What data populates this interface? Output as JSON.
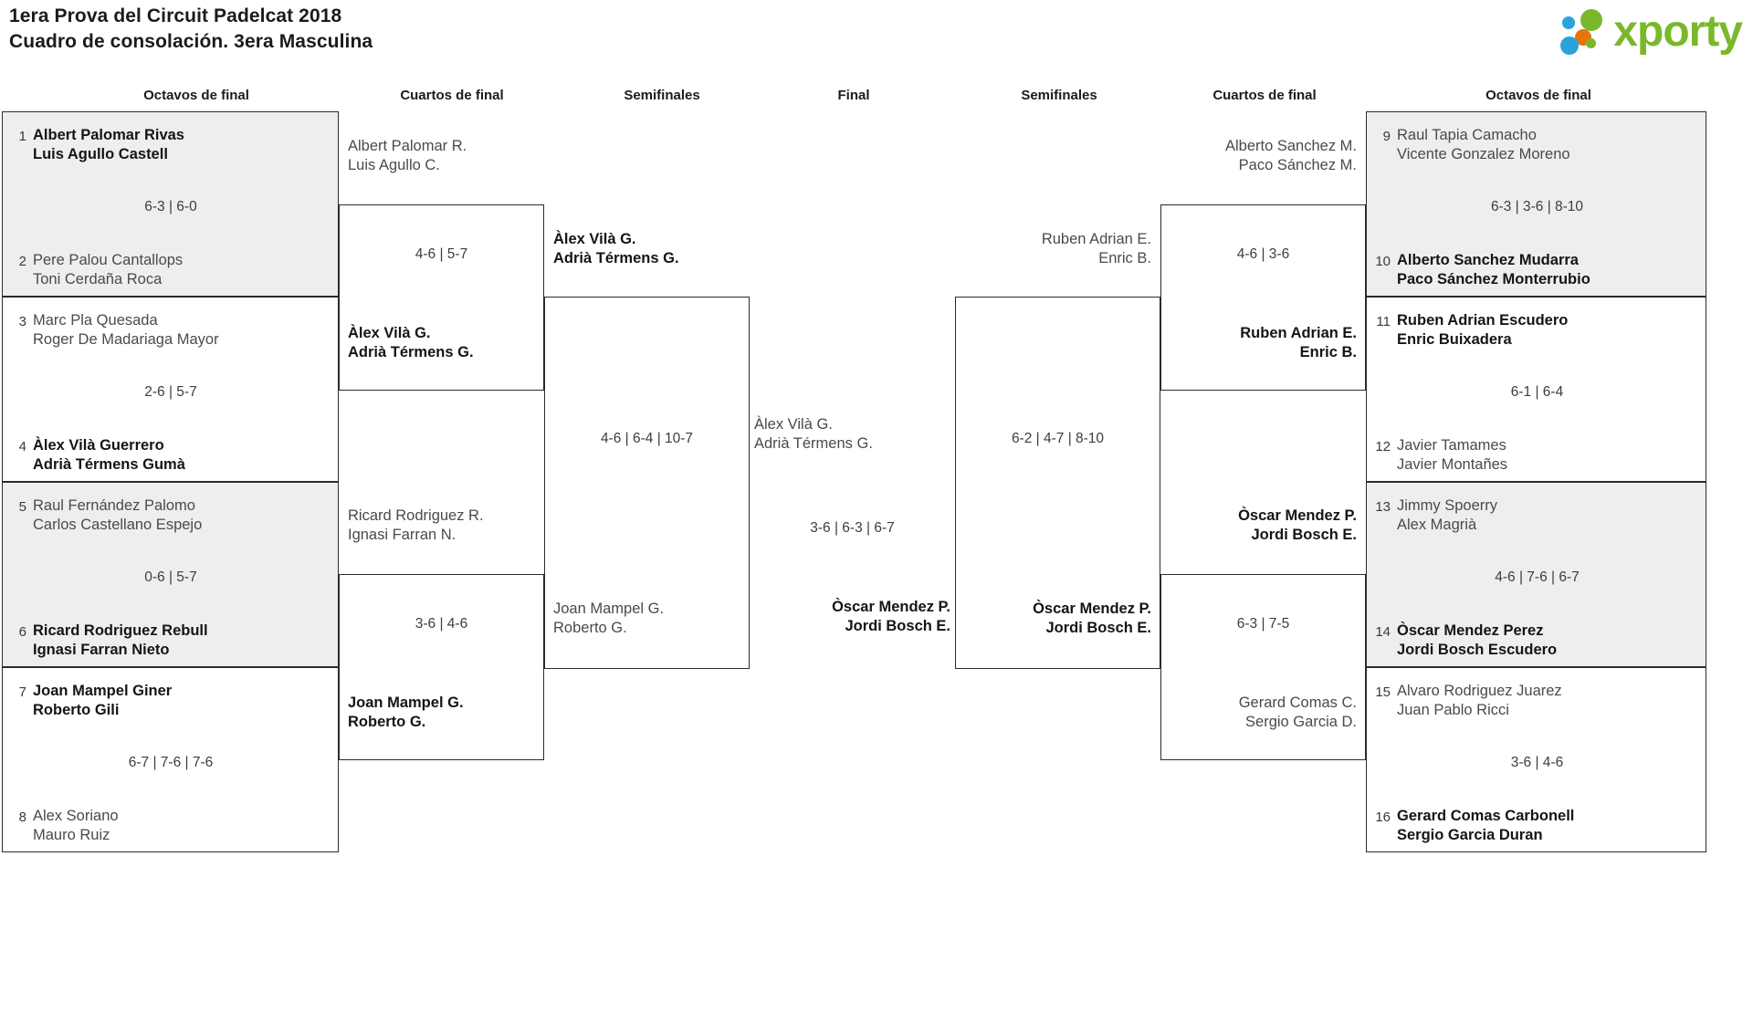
{
  "header": {
    "title_line1": "1era Prova del Circuit Padelcat 2018",
    "title_line2": "Cuadro de consolación. 3era Masculina",
    "brand": "xporty",
    "brand_color": "#7ab82b"
  },
  "round_titles": {
    "left_r16": "Octavos de final",
    "left_qf": "Cuartos de final",
    "left_sf": "Semifinales",
    "final": "Final",
    "right_sf": "Semifinales",
    "right_qf": "Cuartos de final",
    "right_r16": "Octavos de final"
  },
  "bracket": {
    "left_r16": [
      {
        "seed_top": "1",
        "top_l1": "Albert Palomar Rivas",
        "top_l2": "Luis Agullo Castell",
        "top_win": true,
        "score": "6-3 | 6-0",
        "seed_bot": "2",
        "bot_l1": "Pere Palou Cantallops",
        "bot_l2": "Toni Cerdaña Roca",
        "bot_win": false
      },
      {
        "seed_top": "3",
        "top_l1": "Marc Pla Quesada",
        "top_l2": "Roger De Madariaga Mayor",
        "top_win": false,
        "score": "2-6 | 5-7",
        "seed_bot": "4",
        "bot_l1": "Àlex Vilà Guerrero",
        "bot_l2": "Adrià Térmens Gumà",
        "bot_win": true
      },
      {
        "seed_top": "5",
        "top_l1": "Raul Fernández Palomo",
        "top_l2": "Carlos Castellano Espejo",
        "top_win": false,
        "score": "0-6 | 5-7",
        "seed_bot": "6",
        "bot_l1": "Ricard Rodriguez Rebull",
        "bot_l2": "Ignasi Farran Nieto",
        "bot_win": true
      },
      {
        "seed_top": "7",
        "top_l1": "Joan Mampel Giner",
        "top_l2": "Roberto Gili",
        "top_win": true,
        "score": "6-7 | 7-6 | 7-6",
        "seed_bot": "8",
        "bot_l1": "Alex Soriano",
        "bot_l2": "Mauro Ruiz",
        "bot_win": false
      }
    ],
    "left_qf": [
      {
        "top_l1": "Albert Palomar R.",
        "top_l2": "Luis Agullo C.",
        "top_win": false,
        "score": "4-6 | 5-7",
        "bot_l1": "Àlex Vilà G.",
        "bot_l2": "Adrià Térmens G.",
        "bot_win": true
      },
      {
        "top_l1": "Ricard Rodriguez R.",
        "top_l2": "Ignasi Farran N.",
        "top_win": false,
        "score": "3-6 | 4-6",
        "bot_l1": "Joan Mampel G.",
        "bot_l2": "Roberto G.",
        "bot_win": true
      }
    ],
    "left_sf": [
      {
        "top_l1": "Àlex Vilà G.",
        "top_l2": "Adrià Térmens G.",
        "top_win": true,
        "score": "4-6 | 6-4 | 10-7",
        "bot_l1": "Joan Mampel G.",
        "bot_l2": "Roberto G.",
        "bot_win": false
      }
    ],
    "final": [
      {
        "top_l1": "Àlex Vilà G.",
        "top_l2": "Adrià Térmens G.",
        "top_win": false,
        "score": "3-6 | 6-3 | 6-7",
        "bot_l1": "Òscar Mendez P.",
        "bot_l2": "Jordi Bosch E.",
        "bot_win": true
      }
    ],
    "right_sf": [
      {
        "top_l1": "Ruben Adrian E.",
        "top_l2": "Enric B.",
        "top_win": false,
        "score": "6-2 | 4-7 | 8-10",
        "bot_l1": "Òscar Mendez P.",
        "bot_l2": "Jordi Bosch E.",
        "bot_win": true
      }
    ],
    "right_qf": [
      {
        "top_l1": "Alberto Sanchez M.",
        "top_l2": "Paco Sánchez M.",
        "top_win": false,
        "score": "4-6 | 3-6",
        "bot_l1": "Ruben Adrian E.",
        "bot_l2": "Enric B.",
        "bot_win": true
      },
      {
        "top_l1": "Òscar Mendez P.",
        "top_l2": "Jordi Bosch E.",
        "top_win": true,
        "score": "6-3 | 7-5",
        "bot_l1": "Gerard Comas C.",
        "bot_l2": "Sergio Garcia D.",
        "bot_win": false
      }
    ],
    "right_r16": [
      {
        "seed_top": "9",
        "top_l1": "Raul Tapia Camacho",
        "top_l2": "Vicente Gonzalez Moreno",
        "top_win": false,
        "score": "6-3 | 3-6 | 8-10",
        "seed_bot": "10",
        "bot_l1": "Alberto Sanchez Mudarra",
        "bot_l2": "Paco Sánchez Monterrubio",
        "bot_win": true
      },
      {
        "seed_top": "11",
        "top_l1": "Ruben Adrian Escudero",
        "top_l2": "Enric Buixadera",
        "top_win": true,
        "score": "6-1 | 6-4",
        "seed_bot": "12",
        "bot_l1": "Javier Tamames",
        "bot_l2": "Javier Montañes",
        "bot_win": false
      },
      {
        "seed_top": "13",
        "top_l1": "Jimmy Spoerry",
        "top_l2": "Alex Magrià",
        "top_win": false,
        "score": "4-6 | 7-6 | 6-7",
        "seed_bot": "14",
        "bot_l1": "Òscar Mendez Perez",
        "bot_l2": "Jordi Bosch Escudero",
        "bot_win": true
      },
      {
        "seed_top": "15",
        "top_l1": "Alvaro Rodriguez Juarez",
        "top_l2": "Juan Pablo Ricci",
        "top_win": false,
        "score": "3-6 | 4-6",
        "seed_bot": "16",
        "bot_l1": "Gerard Comas Carbonell",
        "bot_l2": "Sergio Garcia Duran",
        "bot_win": true
      }
    ]
  }
}
